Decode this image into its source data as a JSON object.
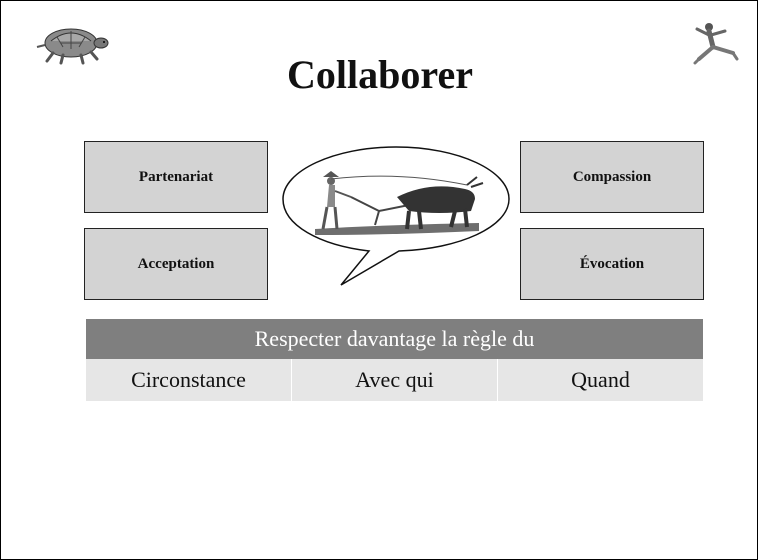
{
  "slide": {
    "title": "Collaborer",
    "boxes": {
      "partenariat": "Partenariat",
      "acceptation": "Acceptation",
      "compassion": "Compassion",
      "evocation": "Évocation"
    },
    "table": {
      "header": "Respecter davantage la règle du",
      "cells": [
        "Circonstance",
        "Avec qui",
        "Quand"
      ]
    },
    "icons": {
      "top_left": "turtle-icon",
      "top_right": "martial-arts-figure-icon",
      "bubble": "farmer-plowing-with-ox-illustration"
    },
    "colors": {
      "box_fill": "#d3d3d3",
      "table_header": "#7f7f7f",
      "table_row": "#e6e6e6"
    }
  }
}
